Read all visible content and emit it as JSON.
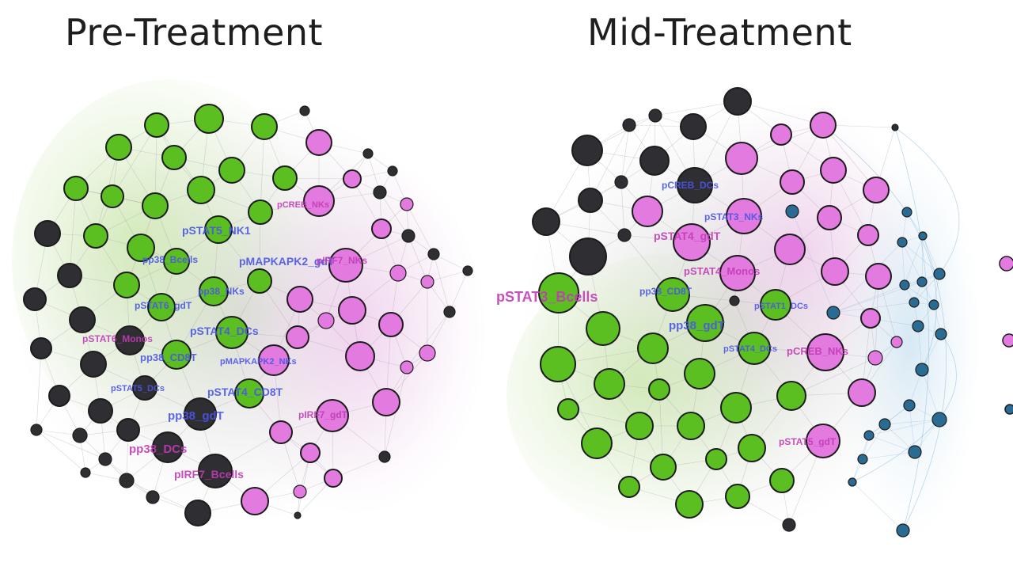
{
  "panels": [
    {
      "title": "Pre-Treatment",
      "labels": [
        {
          "text": "pSTAT5_NK1",
          "color": "blue",
          "size": 14
        },
        {
          "text": "pMAPKAPK2_gdT",
          "color": "blue",
          "size": 14
        },
        {
          "text": "pp38_Bcells",
          "color": "blue",
          "size": 12
        },
        {
          "text": "pp38_NKs",
          "color": "blue",
          "size": 12
        },
        {
          "text": "pSTAT6_gdT",
          "color": "blue",
          "size": 12
        },
        {
          "text": "pSTAT4_DCs",
          "color": "blue",
          "size": 14
        },
        {
          "text": "pp38_CD8T",
          "color": "blue",
          "size": 13
        },
        {
          "text": "pMAPKAPK2_NKs",
          "color": "blue",
          "size": 11
        },
        {
          "text": "pSTAT5_DCs",
          "color": "blue",
          "size": 11
        },
        {
          "text": "pSTAT4_CD8T",
          "color": "blue",
          "size": 14
        },
        {
          "text": "pp38_gdT",
          "color": "blue",
          "size": 15
        },
        {
          "text": "pp38_DCs",
          "color": "magenta",
          "size": 15
        },
        {
          "text": "pIRF7_Bcells",
          "color": "magenta",
          "size": 14
        },
        {
          "text": "pIRF7_gdT",
          "color": "magenta",
          "size": 12
        },
        {
          "text": "pSTAT6_Monos",
          "color": "magenta",
          "size": 12
        },
        {
          "text": "pIRF7_NKs",
          "color": "magenta",
          "size": 12
        },
        {
          "text": "pCREB_NKs",
          "color": "magenta",
          "size": 11
        }
      ]
    },
    {
      "title": "Mid-Treatment",
      "labels": [
        {
          "text": "pSTAT3_Bcells",
          "color": "magenta",
          "size": 18
        },
        {
          "text": "pp38_gdT",
          "color": "blue",
          "size": 15
        },
        {
          "text": "pSTAT4_gdT",
          "color": "magenta",
          "size": 14
        },
        {
          "text": "pSTAT4_Monos",
          "color": "magenta",
          "size": 13
        },
        {
          "text": "pCREB_DCs",
          "color": "blue",
          "size": 12
        },
        {
          "text": "pSTAT3_NKs",
          "color": "blue",
          "size": 12
        },
        {
          "text": "pp38_CD8T",
          "color": "blue",
          "size": 12
        },
        {
          "text": "pSTAT1_DCs",
          "color": "blue",
          "size": 11
        },
        {
          "text": "pSTAT4_DCs",
          "color": "blue",
          "size": 11
        },
        {
          "text": "pSTAT5_gdT",
          "color": "magenta",
          "size": 12
        },
        {
          "text": "pCREB_NKs",
          "color": "magenta",
          "size": 13
        }
      ]
    }
  ],
  "colors": {
    "green": "#5bbf22",
    "pink": "#e27ae0",
    "dark": "#2f2f33",
    "blue": "#2a6b94",
    "label_blue": "#4a55e6",
    "label_magenta": "#c23bb6",
    "label_red": "#e0584a"
  }
}
